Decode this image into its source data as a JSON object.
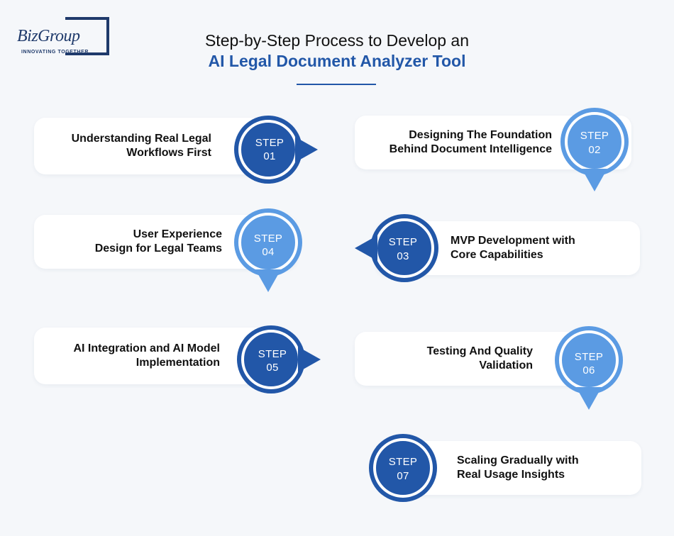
{
  "logo": {
    "name": "BizGroup",
    "tagline": "INNOVATING TOGETHER"
  },
  "title": {
    "line1": "Step-by-Step Process to Develop an",
    "line2": "AI Legal Document Analyzer Tool"
  },
  "colors": {
    "dark_blue": "#2257a8",
    "light_blue": "#5b9be3",
    "title_accent": "#2257a8"
  },
  "steps": [
    {
      "step": "STEP",
      "num": "01",
      "line1": "Understanding Real Legal",
      "line2": "Workflows First",
      "arrow": "right",
      "shade": "dark"
    },
    {
      "step": "STEP",
      "num": "02",
      "line1": "Designing The Foundation",
      "line2": "Behind Document Intelligence",
      "arrow": "down",
      "shade": "light"
    },
    {
      "step": "STEP",
      "num": "03",
      "line1": "MVP Development with",
      "line2": "Core Capabilities",
      "arrow": "left",
      "shade": "dark"
    },
    {
      "step": "STEP",
      "num": "04",
      "line1": "User Experience",
      "line2": "Design for Legal Teams",
      "arrow": "down",
      "shade": "light"
    },
    {
      "step": "STEP",
      "num": "05",
      "line1": "AI Integration and AI Model",
      "line2": "Implementation",
      "arrow": "right",
      "shade": "dark"
    },
    {
      "step": "STEP",
      "num": "06",
      "line1": "Testing And Quality",
      "line2": "Validation",
      "arrow": "down",
      "shade": "light"
    },
    {
      "step": "STEP",
      "num": "07",
      "line1": "Scaling Gradually with",
      "line2": "Real Usage Insights",
      "arrow": "none",
      "shade": "dark"
    }
  ]
}
